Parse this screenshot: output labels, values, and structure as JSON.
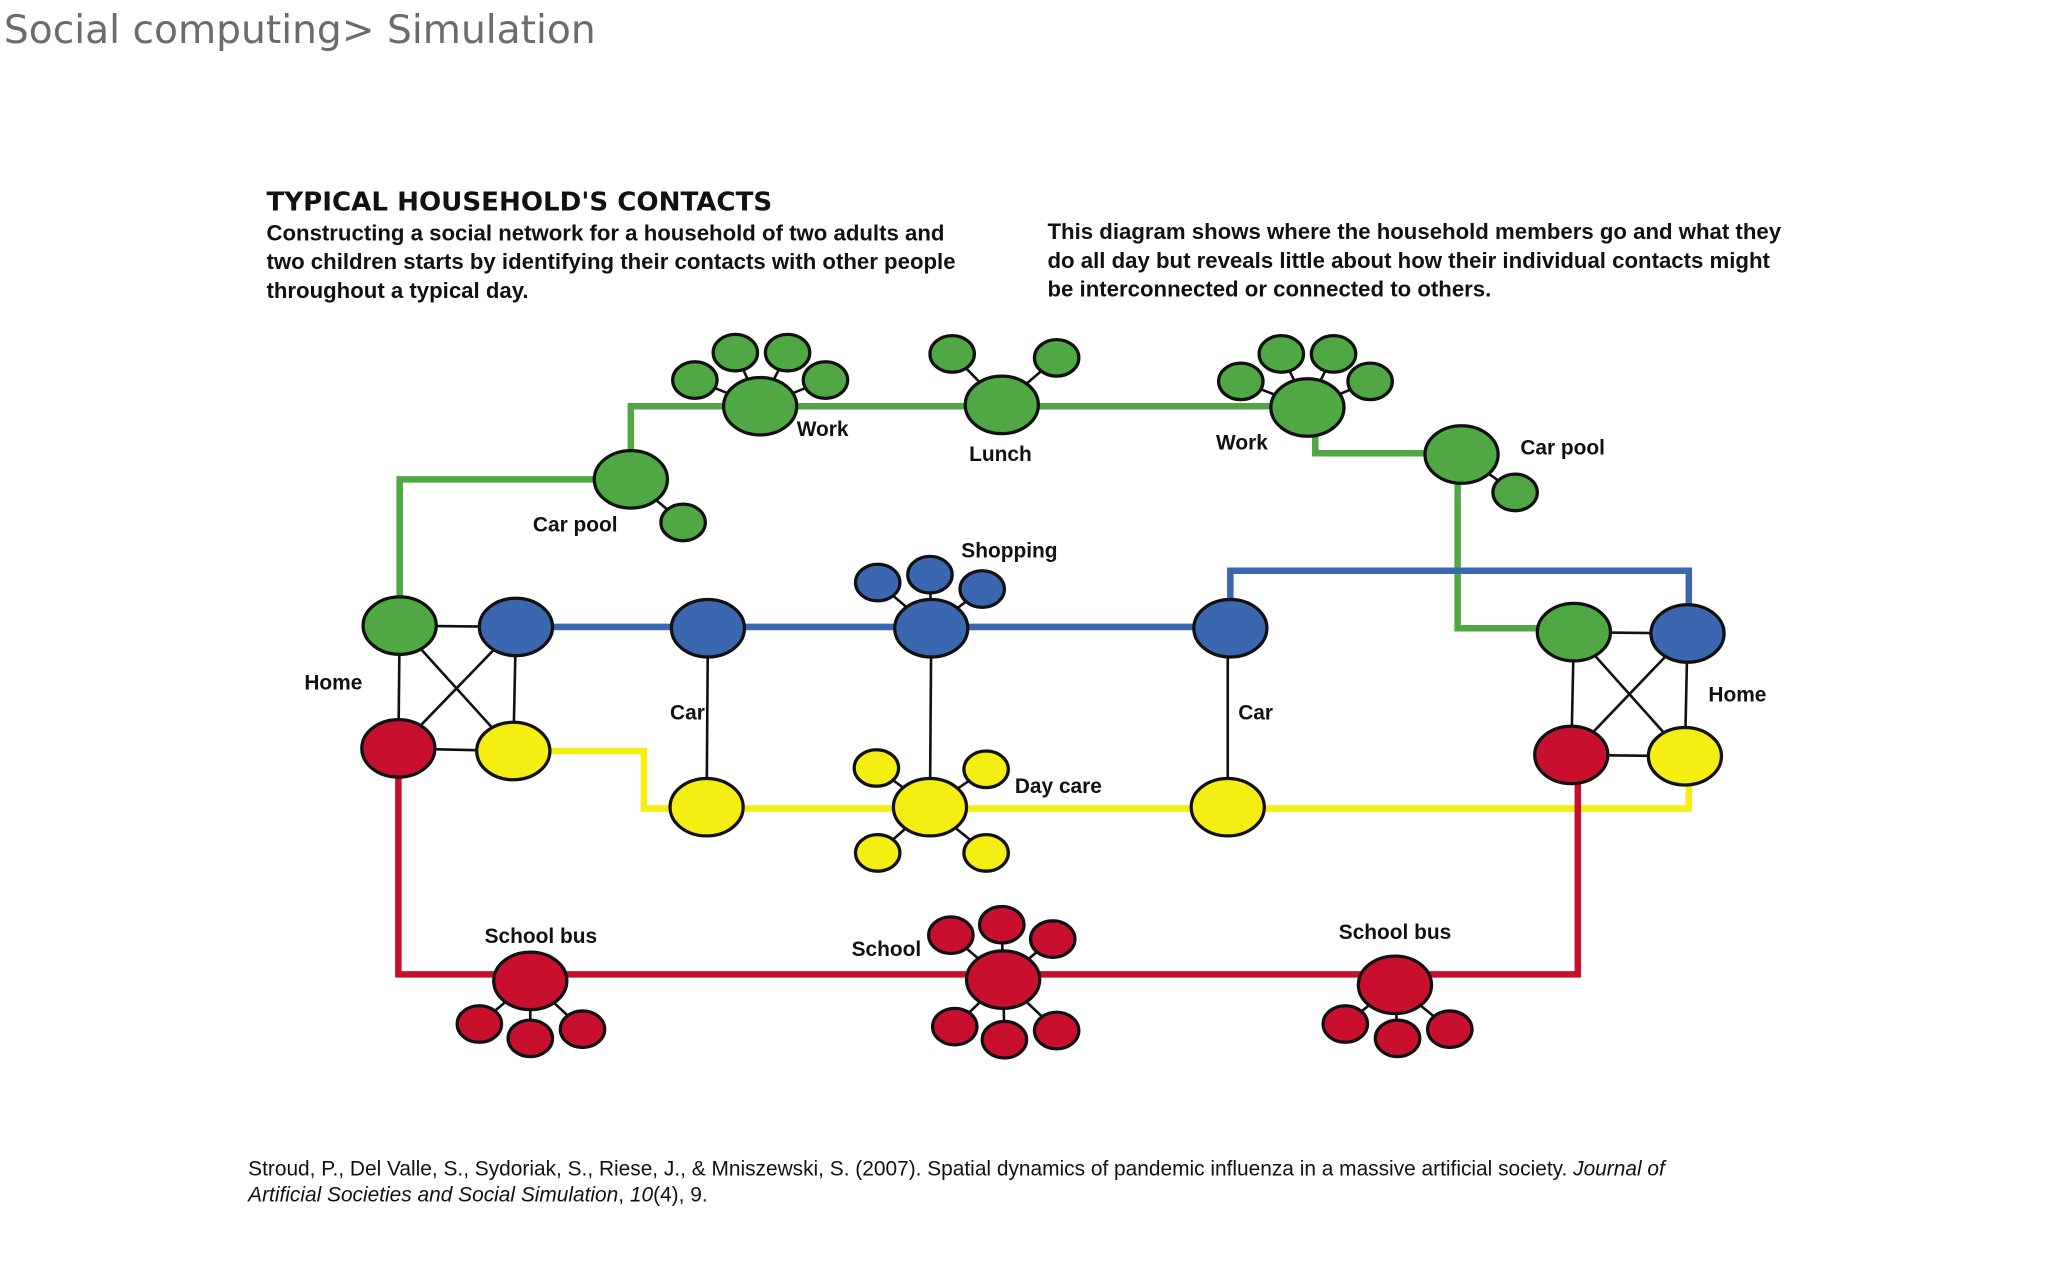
{
  "breadcrumb": "Social computing> Simulation",
  "figure": {
    "title": "TYPICAL HOUSEHOLD'S CONTACTS",
    "intro_lines": [
      "Constructing a social network for a household of two adults and",
      "two children starts by identifying their contacts with other people",
      "throughout a typical day."
    ],
    "note_lines": [
      "This diagram shows where the household members go and what they",
      "do all day but reveals little about how their individual contacts might",
      "be interconnected or connected to others."
    ],
    "labels": {
      "home_left": "Home",
      "carpool_left": "Car pool",
      "work_left": "Work",
      "lunch": "Lunch",
      "work_right": "Work",
      "carpool_right": "Car pool",
      "shopping": "Shopping",
      "car_left": "Car",
      "daycare": "Day care",
      "car_right": "Car",
      "home_right": "Home",
      "schoolbus_left": "School bus",
      "school": "School",
      "schoolbus_right": "School bus"
    },
    "colors": {
      "green": "#4fa843",
      "blue": "#3b66b0",
      "yellow": "#f4ee12",
      "red": "#c8102e"
    }
  },
  "citation": {
    "line1_plain": "Stroud, P., Del Valle, S., Sydoriak, S., Riese, J., & Mniszewski, S. (2007). Spatial dynamics of pandemic influenza in a massive artificial society. ",
    "line1_italic": "Journal of",
    "line2_italic": "Artificial Societies and Social Simulation",
    "line2_plain": ", ",
    "volume": "10",
    "rest": "(4), 9."
  }
}
